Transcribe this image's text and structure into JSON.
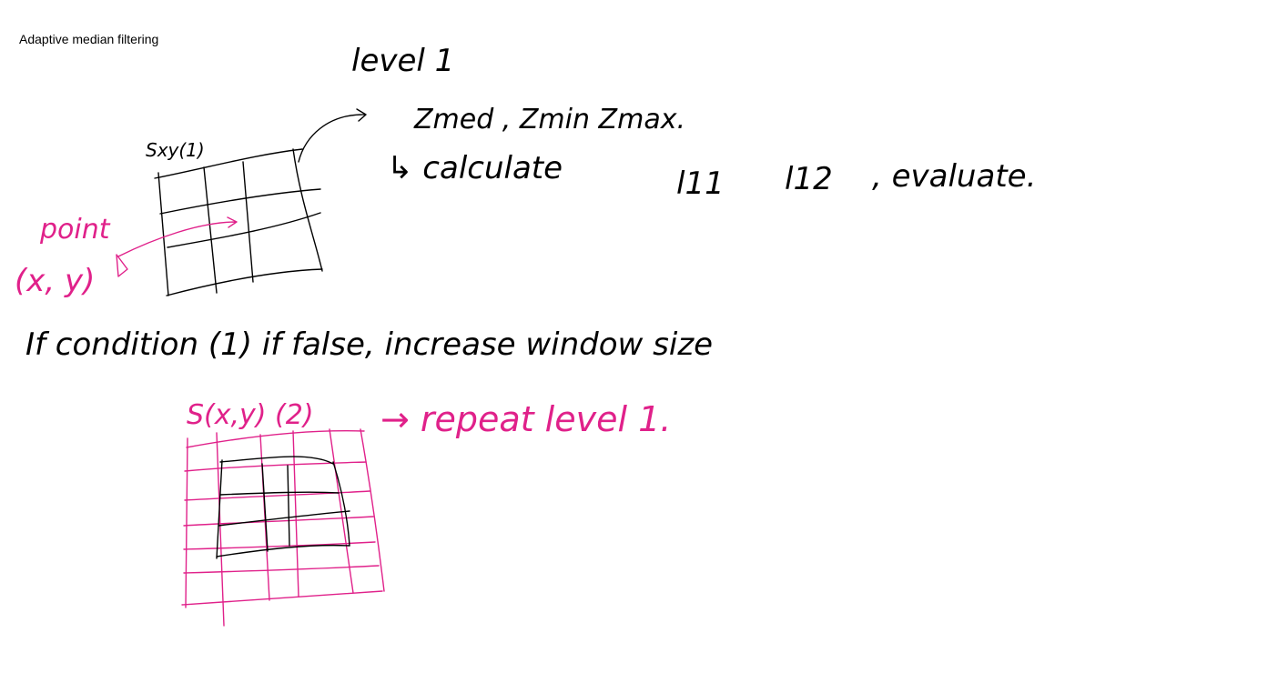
{
  "page": {
    "title": "Adaptive median filtering"
  },
  "notes": {
    "level_1": "level 1",
    "z_values": "Zmed , Zmin Zmax.",
    "calculate": "↳ calculate",
    "l11": "l11",
    "l12": "l12",
    "evaluate": ", evaluate.",
    "window_1": "Sxy(1)",
    "point": "point",
    "point_xy": "(x, y)",
    "condition": "If condition (1) if false, increase window size",
    "window_2": "S(x,y) (2)",
    "repeat": "→ repeat level 1."
  },
  "colors": {
    "ink_black": "#000000",
    "ink_pink": "#e0218a",
    "background": "#ffffff"
  }
}
